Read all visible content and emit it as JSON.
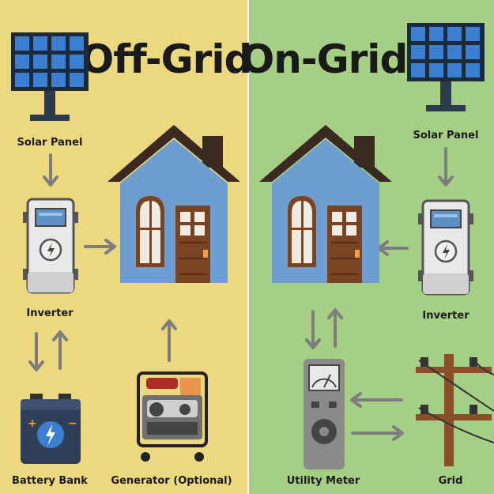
{
  "titles": {
    "off_grid": "Off-Grid",
    "on_grid": "On-Grid"
  },
  "labels": {
    "solar_panel_left": "Solar Panel",
    "inverter_left": "Inverter",
    "battery_bank": "Battery Bank",
    "generator": "Generator (Optional)",
    "solar_panel_right": "Solar Panel",
    "inverter_right": "Inverter",
    "utility_meter": "Utility Meter",
    "grid": "Grid"
  },
  "colors": {
    "off_grid_bg": "#ecd97f",
    "on_grid_bg": "#a6cf86",
    "house_wall": "#6e9ed0",
    "roof": "#3a2a22",
    "door": "#7a4322",
    "arrow": "#7d7d7d",
    "panel_cell": "#3b7fd0",
    "pole": "#8a4f2a"
  }
}
